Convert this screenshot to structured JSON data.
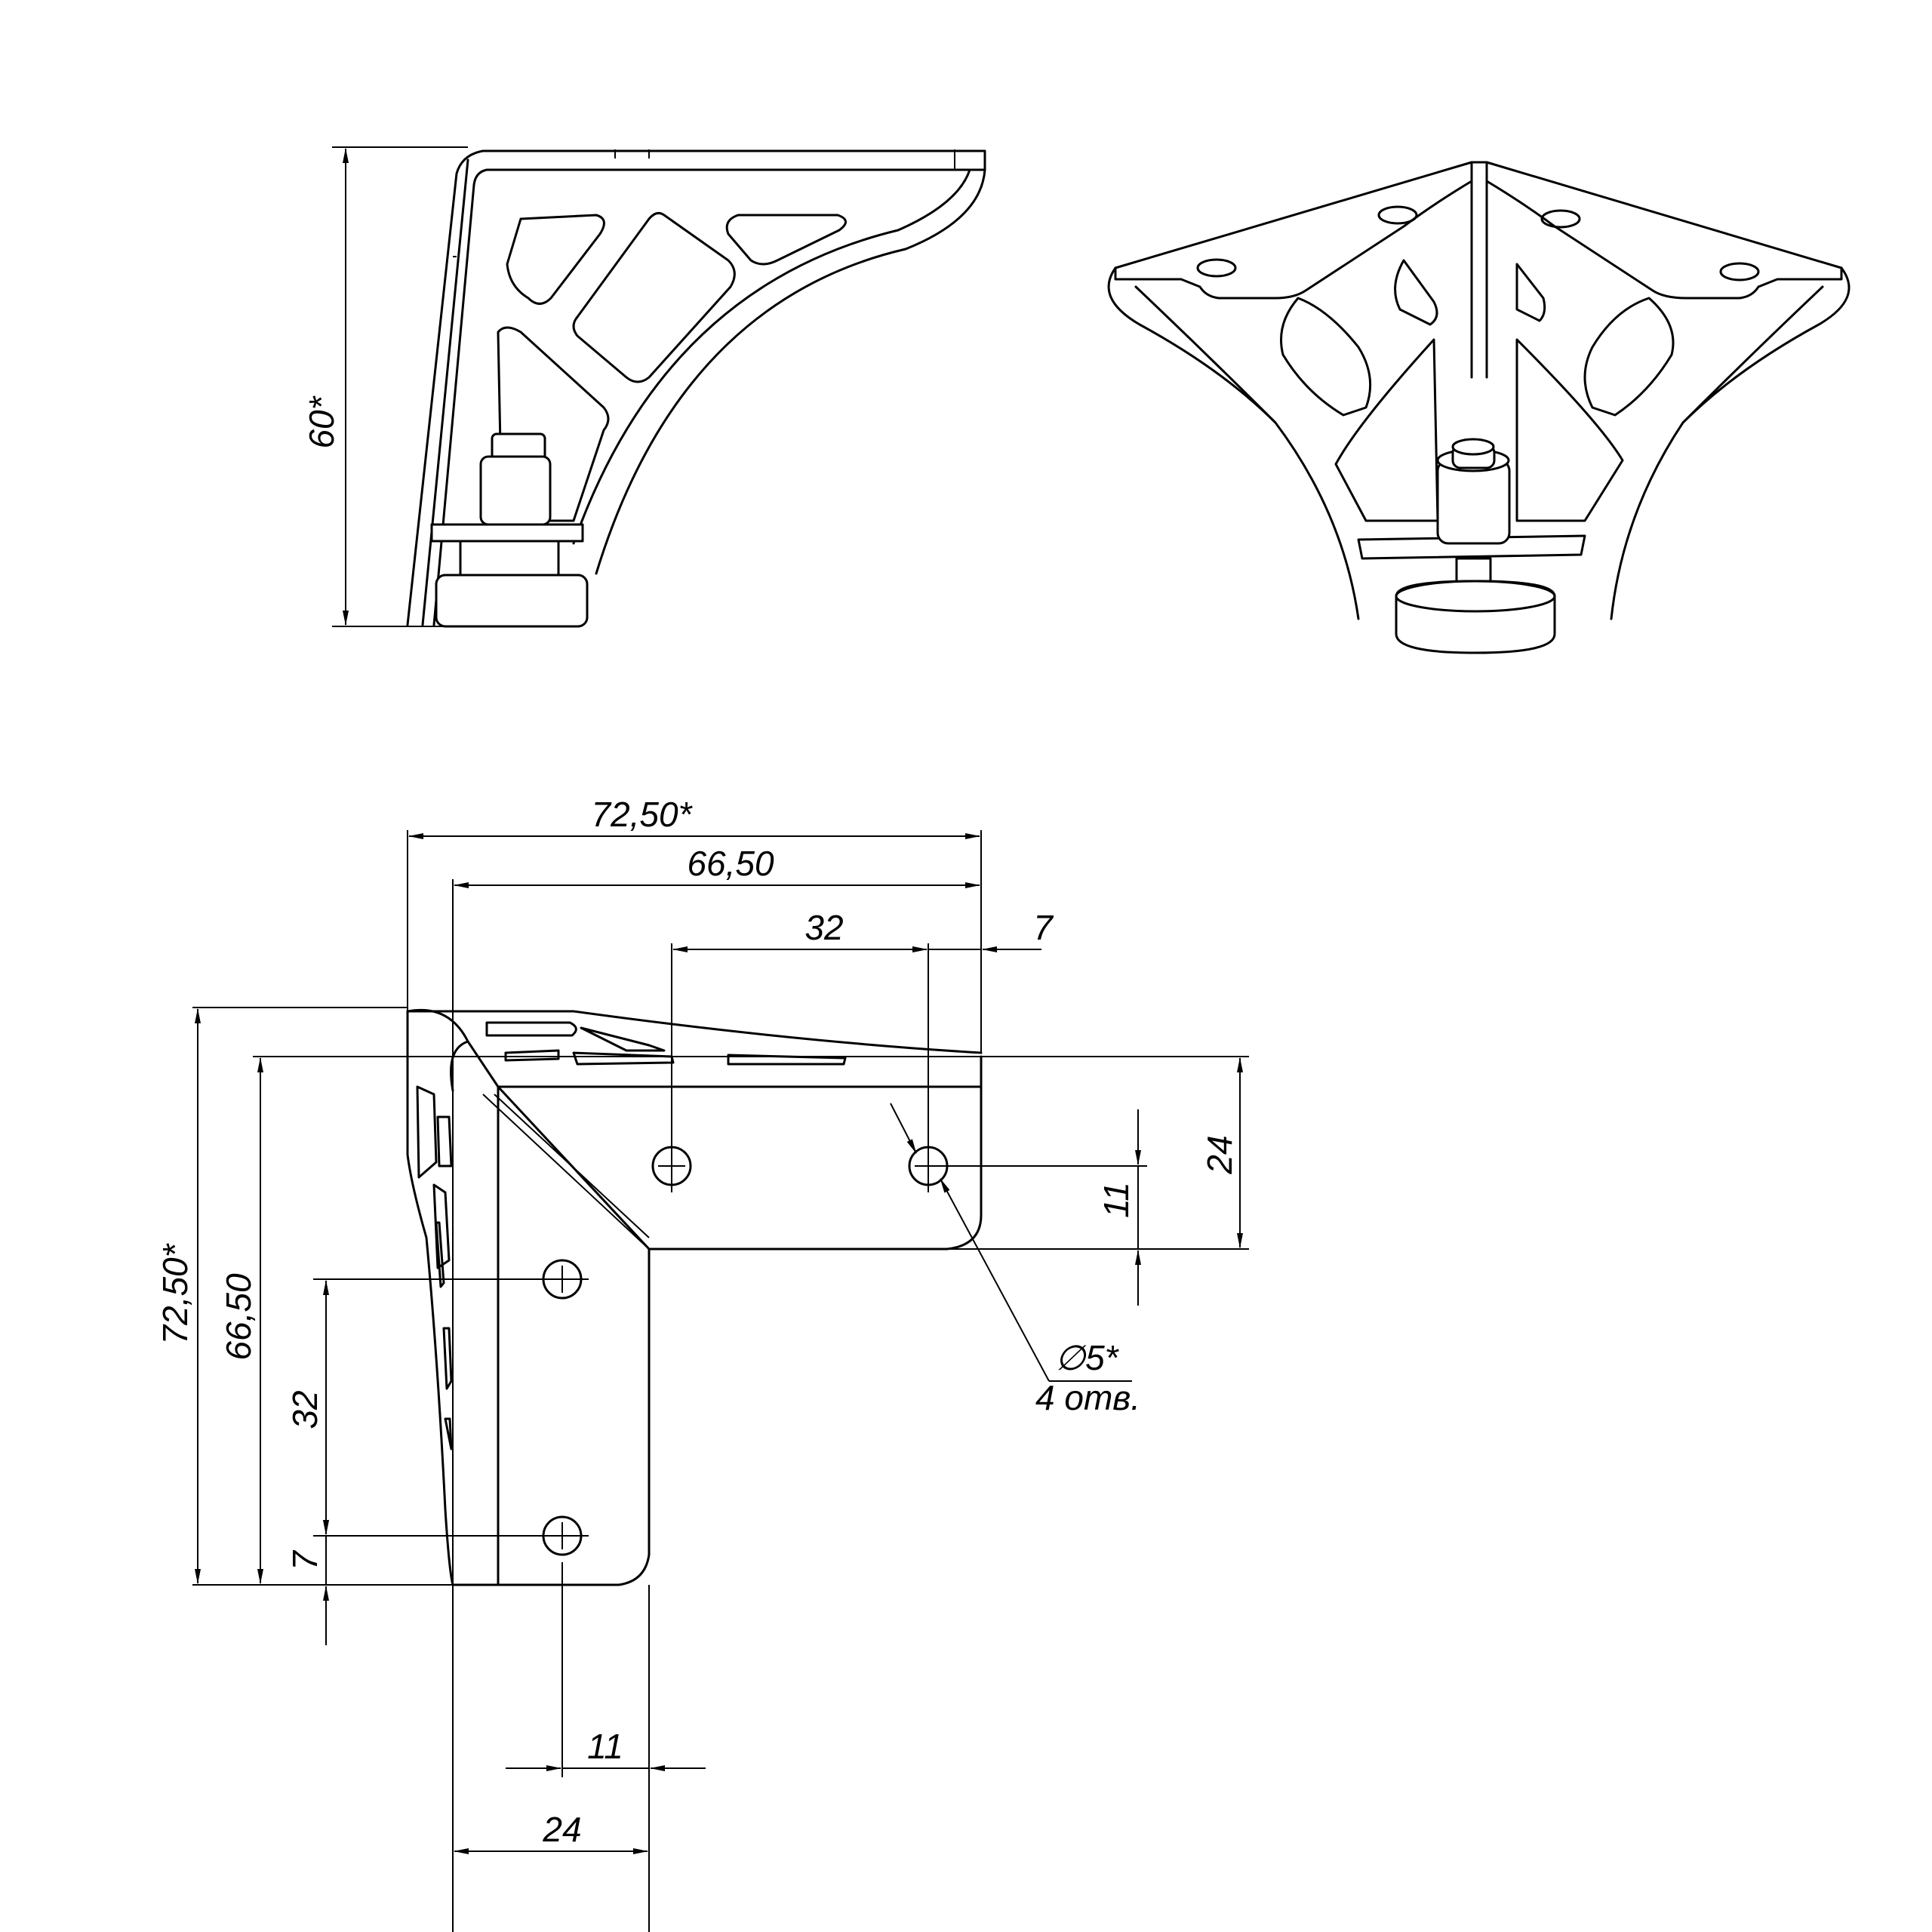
{
  "views": {
    "side": {
      "height_label": "60*"
    },
    "iso": {},
    "plan": {
      "overall_width_label": "72,50*",
      "inner_width_label": "66,50",
      "hole_spacing_x_label": "32",
      "hole_edge_x_label": "7",
      "plate_width_right_label": "24",
      "hole_offset_right_label": "11",
      "overall_height_label": "72,50*",
      "inner_height_label": "66,50",
      "hole_spacing_y_label": "32",
      "hole_edge_y_label": "7",
      "hole_offset_bottom_label": "11",
      "plate_width_bottom_label": "24",
      "hole_diameter_label": "∅5*",
      "hole_count_label": "4 отв."
    }
  }
}
